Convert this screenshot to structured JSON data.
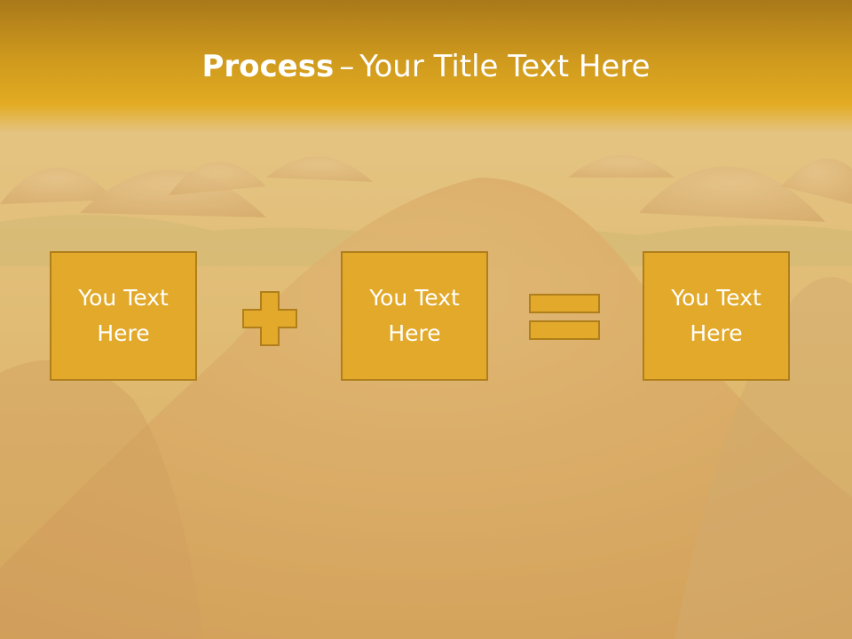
{
  "slide": {
    "title_bold": "Process",
    "title_dash": "–",
    "title_rest": "Your Title Text Here"
  },
  "boxes": [
    {
      "label": "You Text Here"
    },
    {
      "label": "You Text Here"
    },
    {
      "label": "You Text Here"
    }
  ],
  "operators": [
    "plus-icon",
    "equals-icon"
  ],
  "colors": {
    "title_band": "#cf9a1d",
    "box_fill": "#e2a92a",
    "box_border": "#b07f1b",
    "text": "#ffffff"
  }
}
